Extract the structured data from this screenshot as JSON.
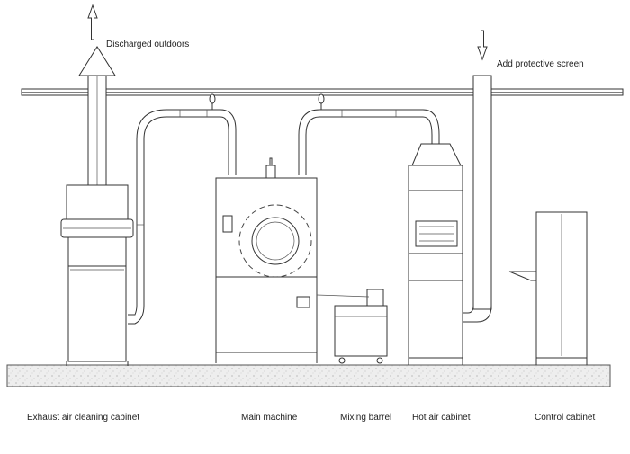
{
  "annotations": {
    "discharged": "Discharged outdoors",
    "protective": "Add protective screen"
  },
  "labels": {
    "exhaust": "Exhaust air cleaning cabinet",
    "main": "Main machine",
    "mixing": "Mixing barrel",
    "hotair": "Hot air cabinet",
    "control": "Control cabinet"
  },
  "colors": {
    "line": "#333333",
    "ground": "#e6e6e6"
  }
}
